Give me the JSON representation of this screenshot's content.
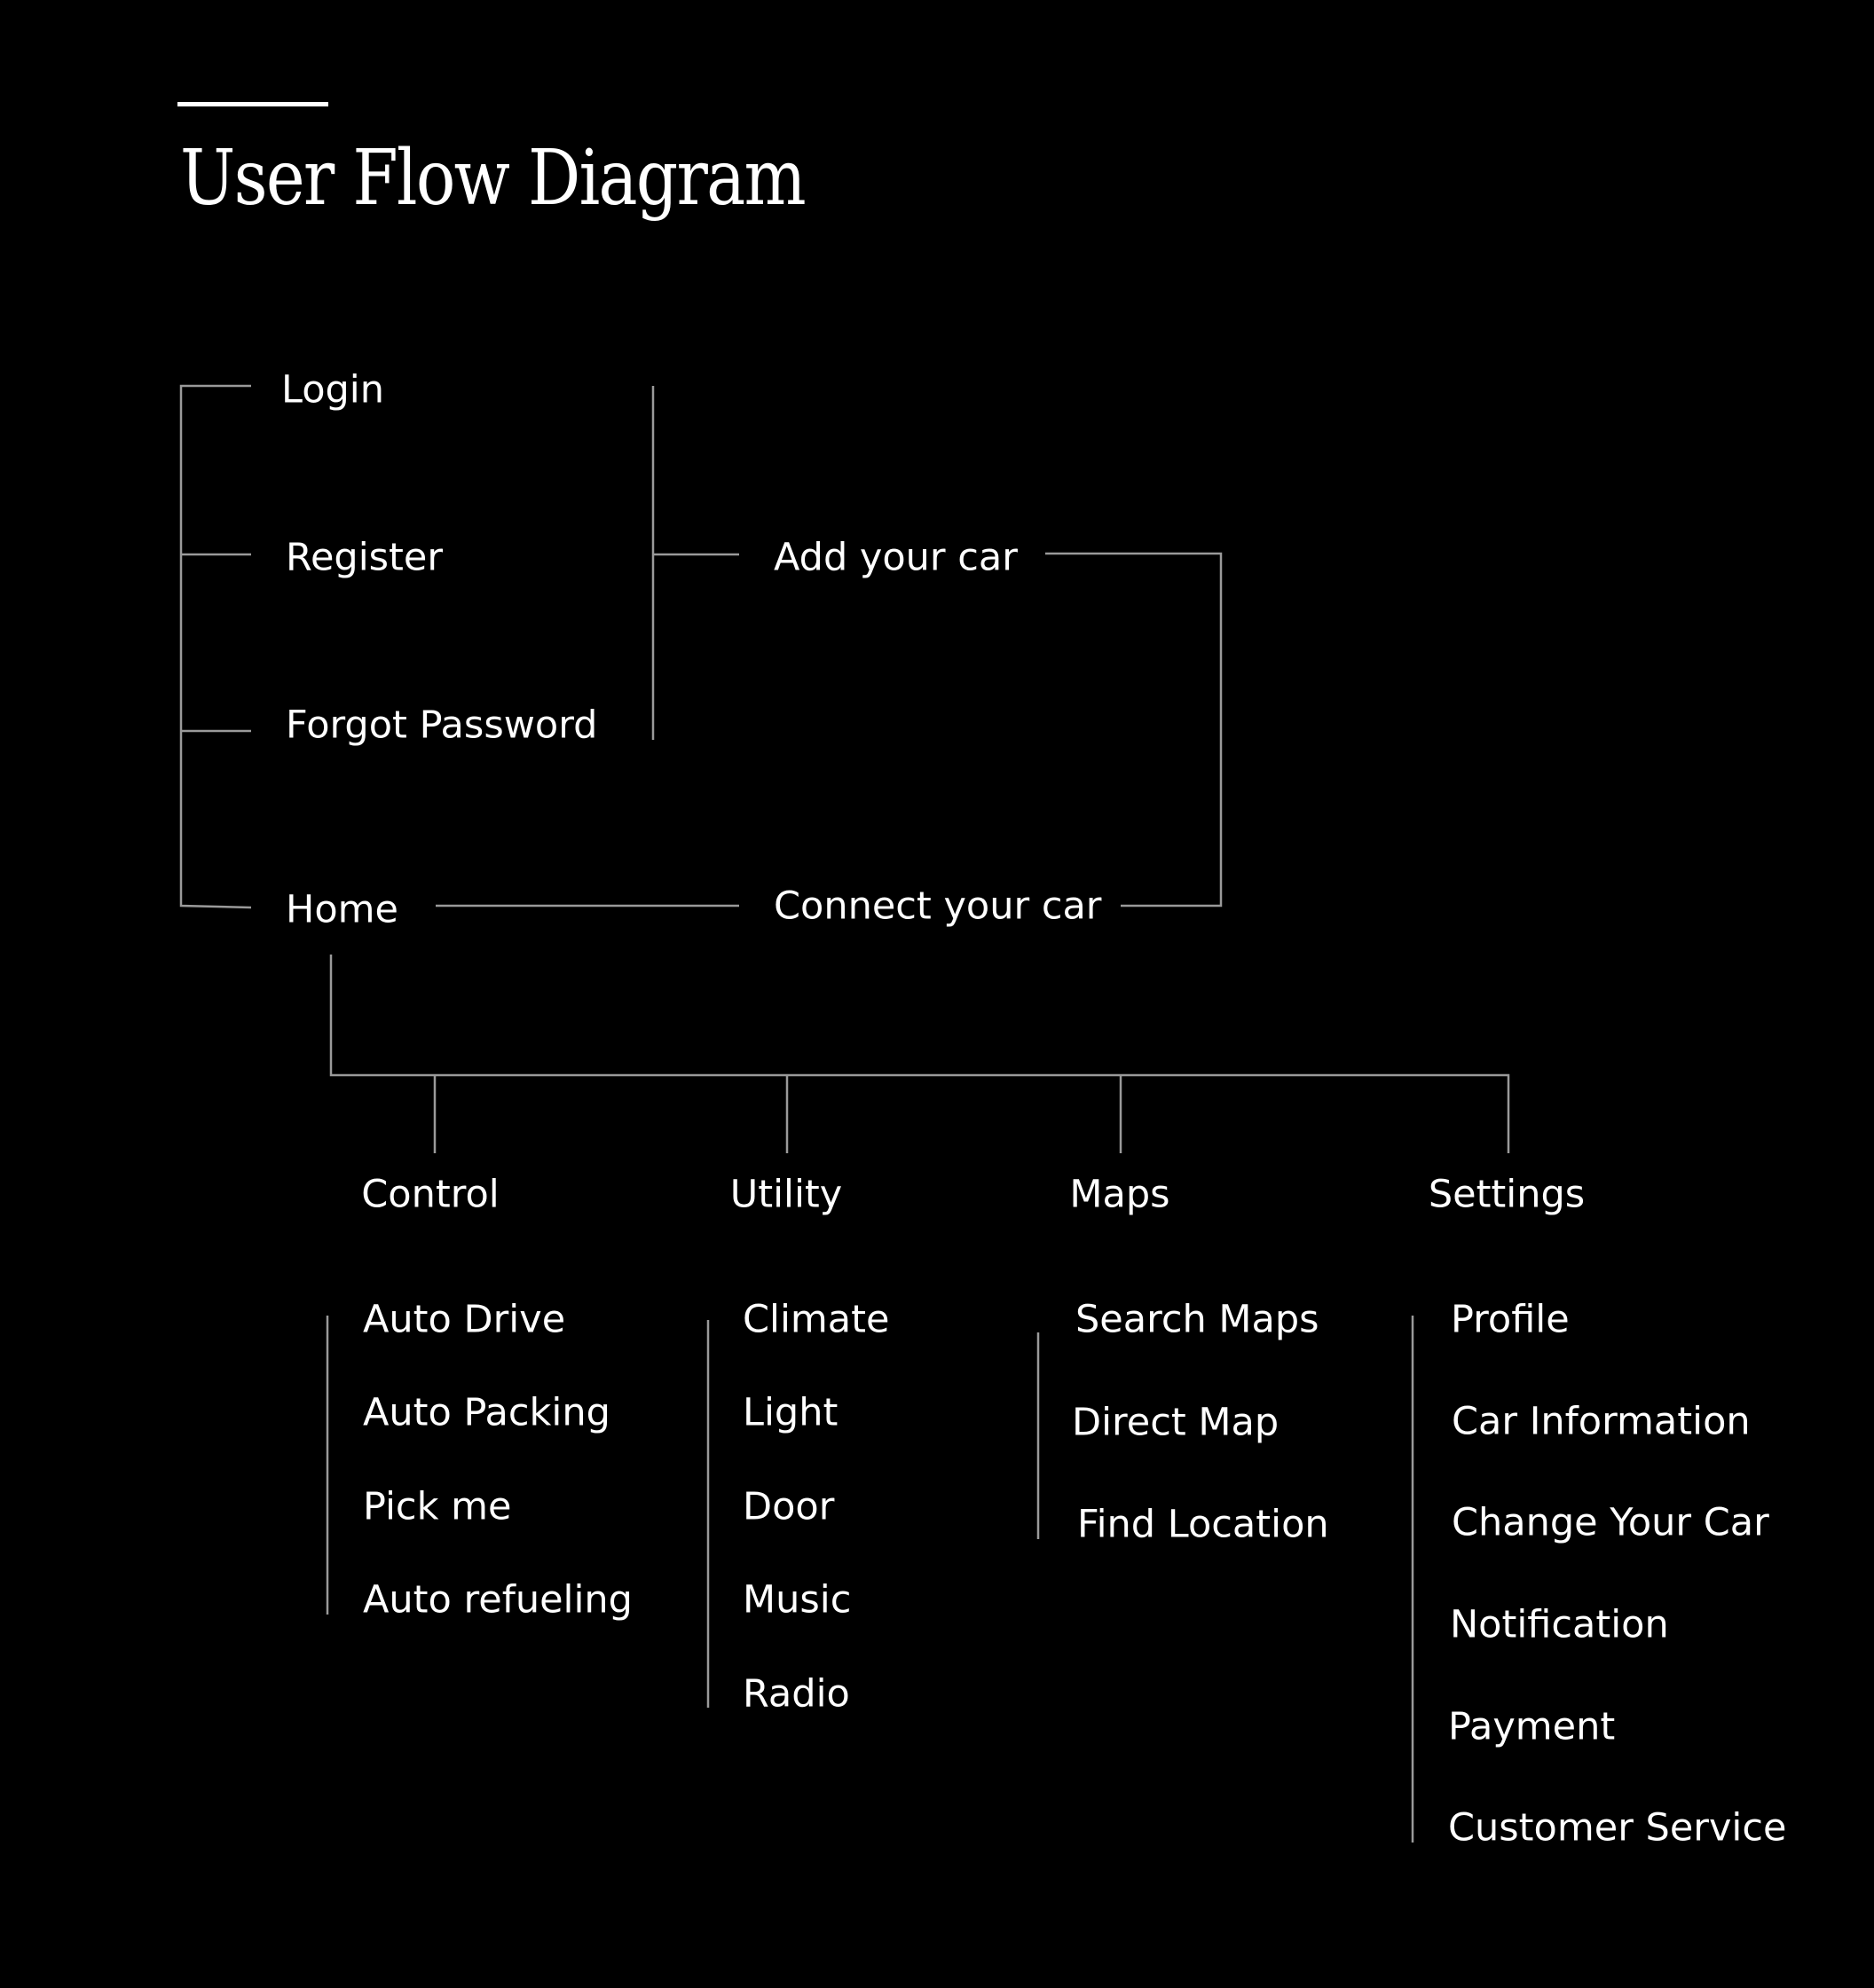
{
  "title": "User Flow Diagram",
  "colors": {
    "background": "#000000",
    "text": "#ffffff",
    "connector": "#9a9a9a"
  },
  "auth": {
    "login": "Login",
    "register": "Register",
    "forgot_password": "Forgot Password",
    "home": "Home"
  },
  "car": {
    "add": "Add your car",
    "connect": "Connect your car"
  },
  "sections": {
    "control": {
      "label": "Control",
      "items": [
        "Auto Drive",
        "Auto Packing",
        "Pick me",
        "Auto refueling"
      ]
    },
    "utility": {
      "label": "Utility",
      "items": [
        "Climate",
        "Light",
        "Door",
        "Music",
        "Radio"
      ]
    },
    "maps": {
      "label": "Maps",
      "items": [
        "Search Maps",
        "Direct Map",
        "Find Location"
      ]
    },
    "settings": {
      "label": "Settings",
      "items": [
        "Profile",
        "Car Information",
        "Change Your Car",
        "Notification",
        "Payment",
        "Customer Service"
      ]
    }
  }
}
